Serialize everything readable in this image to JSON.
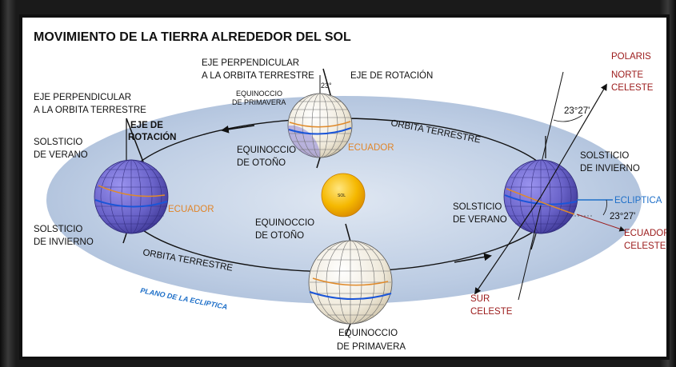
{
  "title": "MOVIMIENTO DE LA TIERRA ALREDEDOR DEL SOL",
  "labels": {
    "eje_perp_1": "EJE PERPENDICULAR",
    "eje_perp_2": "A LA ORBITA TERRESTRE",
    "eje_rot": "EJE  DE ROTACIÓN",
    "eje_rot_a": "EJE DE",
    "eje_rot_b": "ROTACIÓN",
    "equinoccio_prim_1": "EQUINOCCIO",
    "equinoccio_prim_2": "DE PRIMAVERA",
    "equinoccio_otono_1": "EQUINOCCIO",
    "equinoccio_otono_2": "DE OTOÑO",
    "solsticio_verano_1": "SOLSTICIO",
    "solsticio_verano_2": "DE VERANO",
    "solsticio_invierno_1": "SOLSTICIO",
    "solsticio_invierno_2": "DE INVIERNO",
    "ecuador": "ECUADOR",
    "orbita": "ORBITA TERRESTRE",
    "plano": "PLANO DE LA ECLIPTICA",
    "polaris": "POLARIS",
    "norte_celeste_1": "NORTE",
    "norte_celeste_2": "CELESTE",
    "angle": "23°27'",
    "angle_small": "23°",
    "ecliptica": "ECLIPTICA",
    "ecuador_celeste_1": "ECUADOR",
    "ecuador_celeste_2": "CELESTE",
    "sur_celeste_1": "SUR",
    "sur_celeste_2": "CELESTE",
    "sol": "SOL"
  },
  "colors": {
    "ecliptic_plane": "#b3c6e0",
    "earth_night": "#6a63c9",
    "earth_day": "#efe9da",
    "sun": "#f3b400",
    "equator_blue": "#1a55d8",
    "equator_orange": "#e08a2a",
    "accent_red": "#9b1a1a",
    "accent_blue": "#1e6fc8"
  }
}
